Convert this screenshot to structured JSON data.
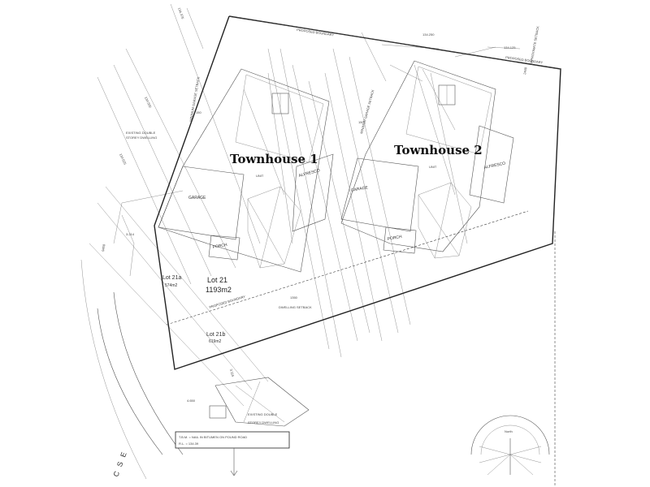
{
  "townhouses": {
    "one": {
      "title": "Townhouse 1",
      "garage": "GARAGE",
      "porch": "PORCH",
      "alfresco": "ALFRESCO",
      "unit": "UNIT",
      "setback": "MINIMUM GARAGE SETBACK"
    },
    "two": {
      "title": "Townhouse 2",
      "garage": "GARAGE",
      "porch": "PORCH",
      "alfresco": "ALFRESCO",
      "unit": "UNIT",
      "setback": "MINIMUM GARAGE SETBACK"
    }
  },
  "lots": {
    "main": {
      "name": "Lot 21",
      "area": "1193m2"
    },
    "a": {
      "name": "Lot 21a",
      "area": "574m2"
    },
    "b": {
      "name": "Lot 21b",
      "area": "619m2"
    }
  },
  "levels": {
    "l1": "134.375",
    "l2": "134.250",
    "l3": "134.125",
    "l4": "134.500",
    "l5": "134.625"
  },
  "labels": {
    "existing_double_1": "EXISTING DOUBLE",
    "existing_storey_1": "STOREY DWELLING",
    "existing_double_2": "EXISTING DOUBLE",
    "existing_storey_2": "STOREY DWELLING",
    "proposed_boundary_top": "PROPOSED BOUNDARY",
    "proposed_boundary_right": "PROPOSED BOUNDARY",
    "proposed_boundary_mid": "PROPOSED BOUNDARY",
    "dwelling_setback": "DWELLING SETBACK",
    "approximate_setback": "APPROXIMATE SETBACK",
    "dim_150a": "150",
    "dim_150b": "150",
    "dim_1350": "1350",
    "dim_2440": "2440",
    "dim_4650": "4.650",
    "dim_3115": "3.115",
    "dim_3214": "3.214",
    "dim_9450": "9450"
  },
  "tbm": {
    "line1": "T.B.M. = NAIL IN BITUMEN ON POUND ROAD",
    "line2": "R.L. = 134.39"
  },
  "road_letters": "C  S  E",
  "north": {
    "label": "North"
  }
}
